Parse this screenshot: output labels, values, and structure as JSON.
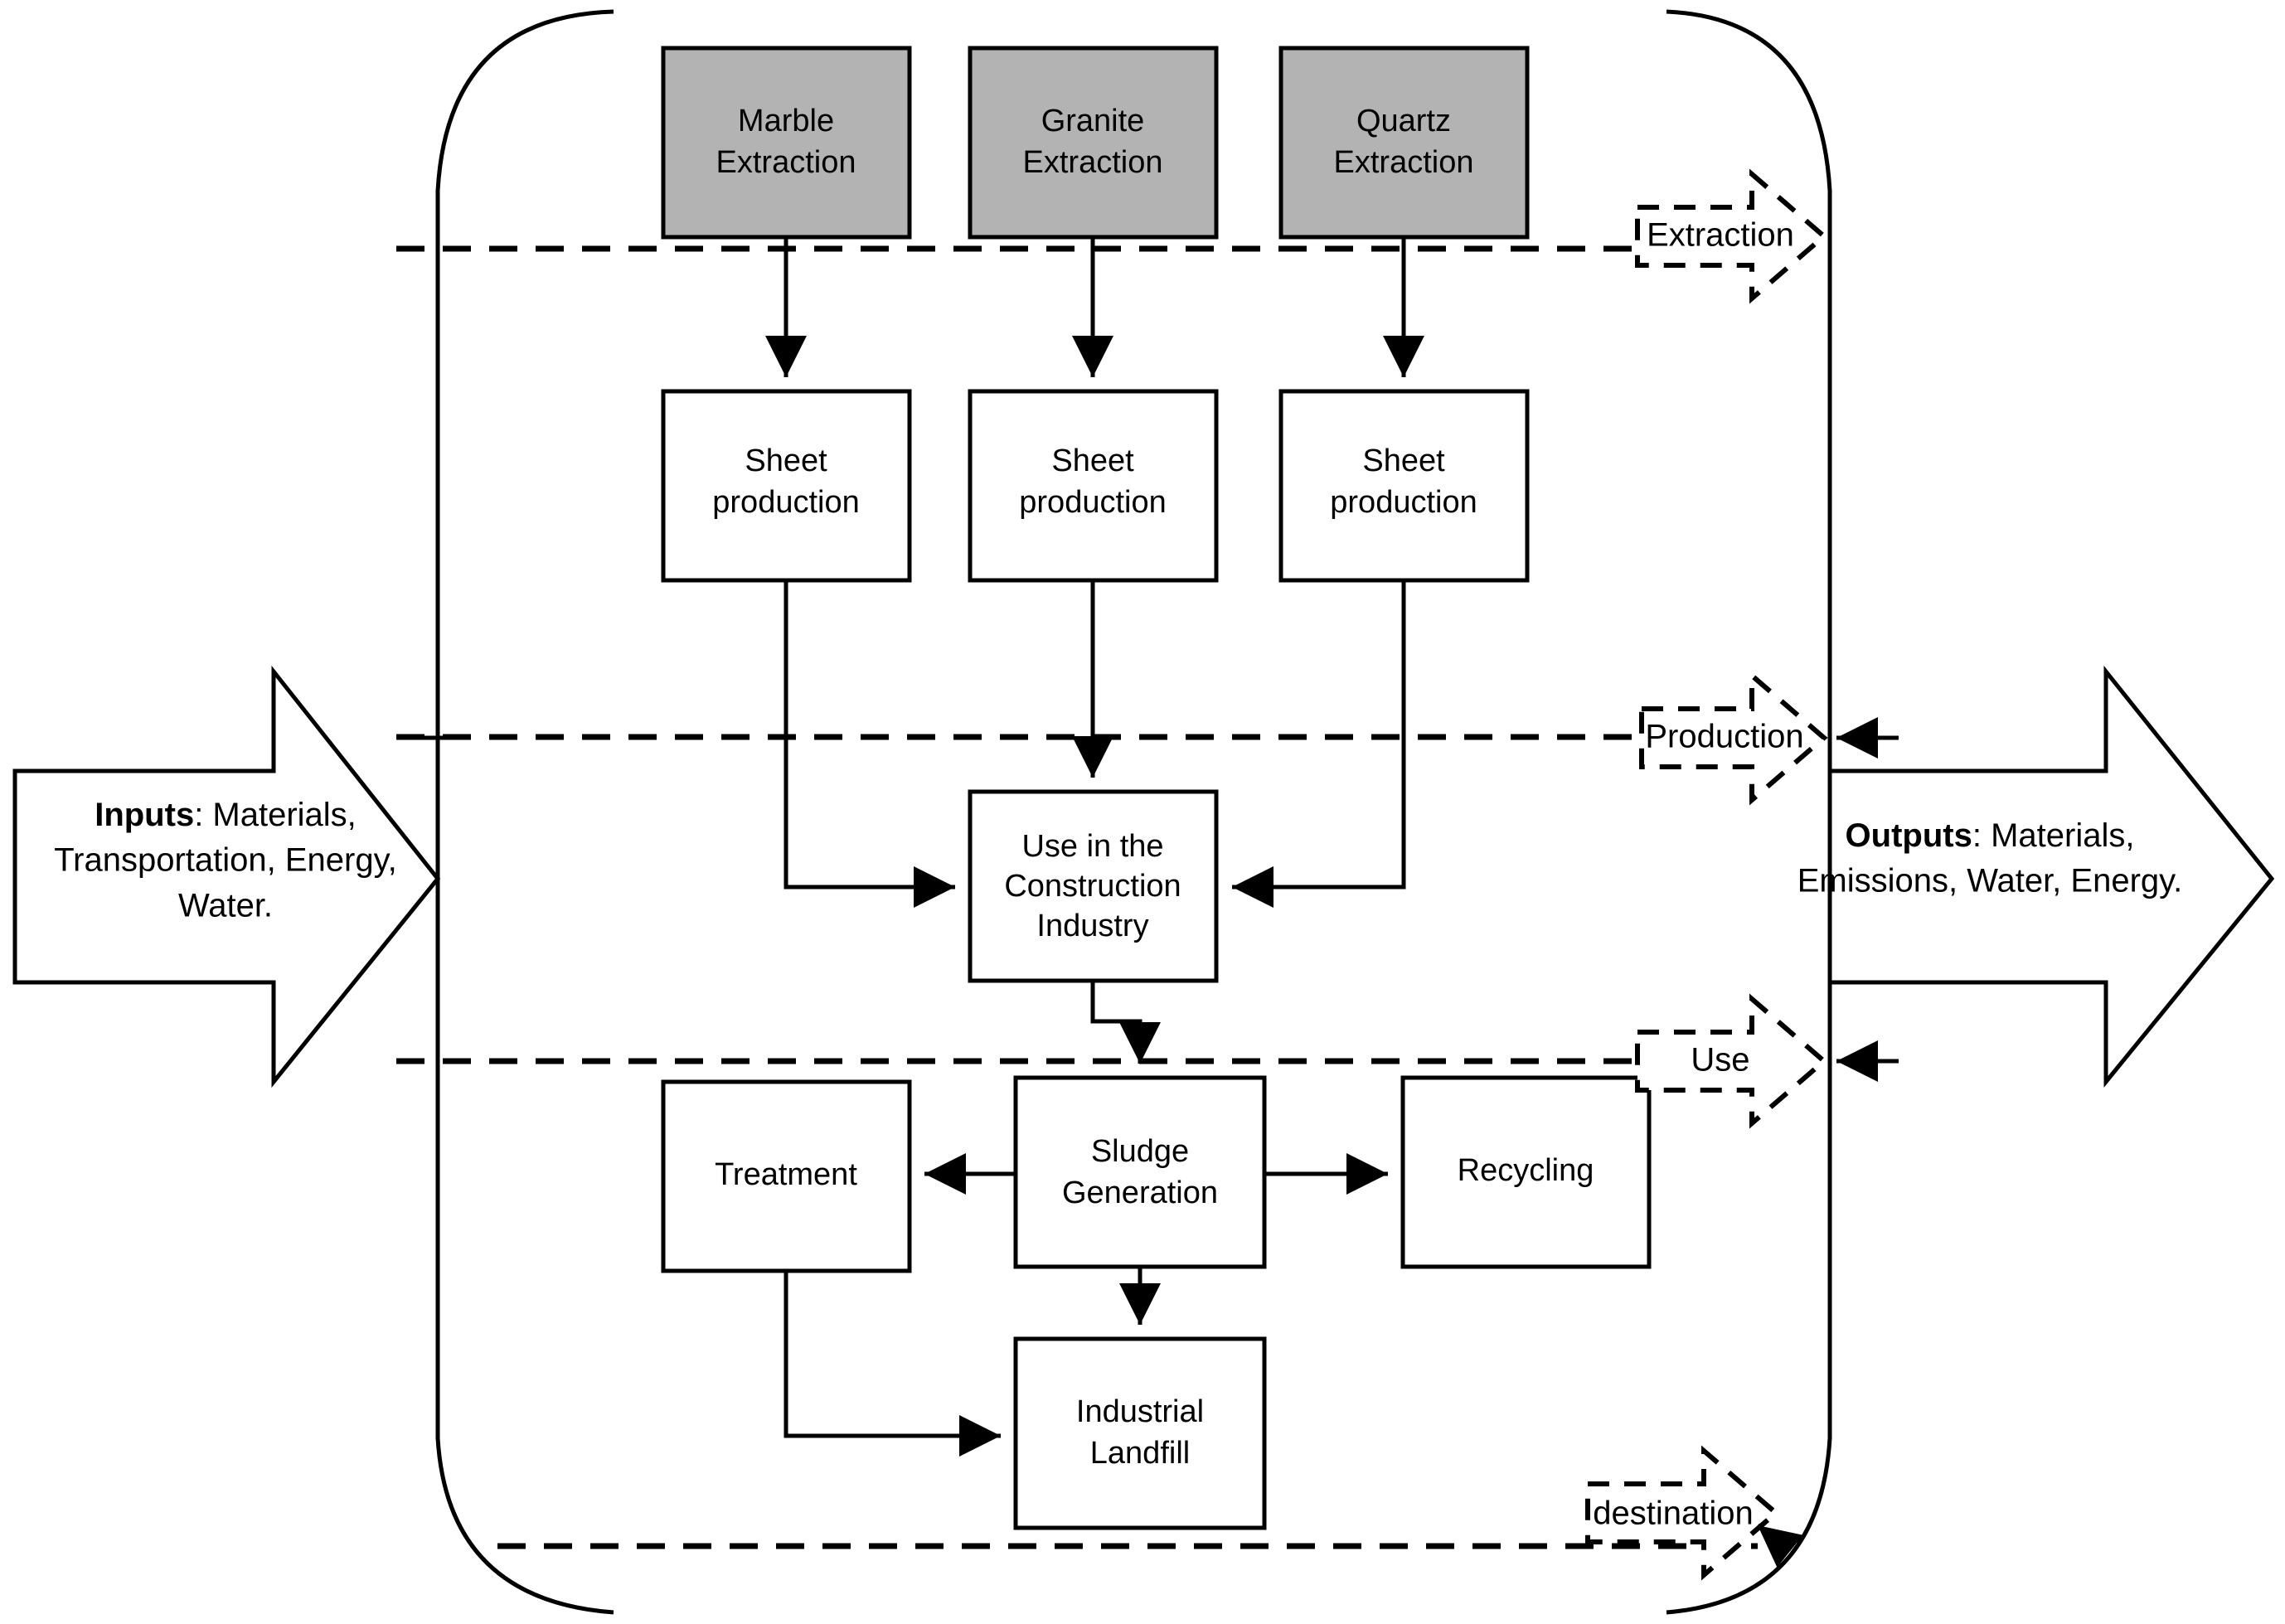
{
  "diagram": {
    "title": "Dimension stone life cycle system boundary diagram",
    "colors": {
      "extraction_box_fill": "#b3b3b3",
      "process_box_fill": "#ffffff",
      "stroke": "#000000",
      "background": "#ffffff"
    }
  },
  "io": {
    "inputs": {
      "bold_label": "Inputs",
      "line1_rest": ": Materials,",
      "line2": "Transportation, Energy,",
      "line3": "Water.",
      "full_text": "Inputs: Materials, Transportation, Energy, Water."
    },
    "outputs": {
      "bold_label": "Outputs",
      "line1_rest": ": Materials,",
      "line2": "Emissions, Water, Energy.",
      "full_text": "Outputs: Materials, Emissions, Water, Energy."
    }
  },
  "stages": [
    {
      "id": "extraction",
      "label": "Extraction"
    },
    {
      "id": "production",
      "label": "Production"
    },
    {
      "id": "use",
      "label": "Use"
    },
    {
      "id": "destination",
      "label": "destination"
    }
  ],
  "nodes": {
    "extraction_row": [
      {
        "id": "marble-extraction",
        "line1": "Marble",
        "line2": "Extraction",
        "fill": "gray"
      },
      {
        "id": "granite-extraction",
        "line1": "Granite",
        "line2": "Extraction",
        "fill": "gray"
      },
      {
        "id": "quartz-extraction",
        "line1": "Quartz",
        "line2": "Extraction",
        "fill": "gray"
      }
    ],
    "production_row": [
      {
        "id": "sheet-production-marble",
        "line1": "Sheet",
        "line2": "production",
        "fill": "white"
      },
      {
        "id": "sheet-production-granite",
        "line1": "Sheet",
        "line2": "production",
        "fill": "white"
      },
      {
        "id": "sheet-production-quartz",
        "line1": "Sheet",
        "line2": "production",
        "fill": "white"
      }
    ],
    "use_row": [
      {
        "id": "use-construction",
        "line1": "Use in the",
        "line2": "Construction",
        "line3": "Industry",
        "fill": "white"
      }
    ],
    "destination_row": [
      {
        "id": "treatment",
        "line1": "Treatment",
        "fill": "white"
      },
      {
        "id": "sludge-generation",
        "line1": "Sludge",
        "line2": "Generation",
        "fill": "white"
      },
      {
        "id": "recycling",
        "line1": "Recycling",
        "fill": "white"
      },
      {
        "id": "industrial-landfill",
        "line1": "Industrial",
        "line2": "Landfill",
        "fill": "white"
      }
    ]
  },
  "flows": [
    {
      "from": "marble-extraction",
      "to": "sheet-production-marble"
    },
    {
      "from": "granite-extraction",
      "to": "sheet-production-granite"
    },
    {
      "from": "quartz-extraction",
      "to": "sheet-production-quartz"
    },
    {
      "from": "sheet-production-marble",
      "to": "use-construction"
    },
    {
      "from": "sheet-production-granite",
      "to": "use-construction"
    },
    {
      "from": "sheet-production-quartz",
      "to": "use-construction"
    },
    {
      "from": "use-construction",
      "to": "sludge-generation"
    },
    {
      "from": "sludge-generation",
      "to": "treatment"
    },
    {
      "from": "sludge-generation",
      "to": "recycling"
    },
    {
      "from": "sludge-generation",
      "to": "industrial-landfill"
    },
    {
      "from": "treatment",
      "to": "industrial-landfill"
    }
  ]
}
